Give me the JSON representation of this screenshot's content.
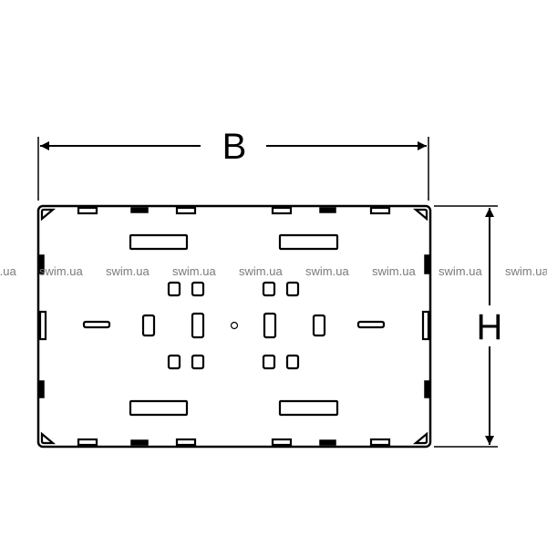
{
  "dimensions": {
    "width_label": "B",
    "height_label": "H"
  },
  "watermark": {
    "text": "swim.ua"
  },
  "colors": {
    "line": "#000000",
    "watermark": "#7a7a7a",
    "background": "#ffffff"
  }
}
